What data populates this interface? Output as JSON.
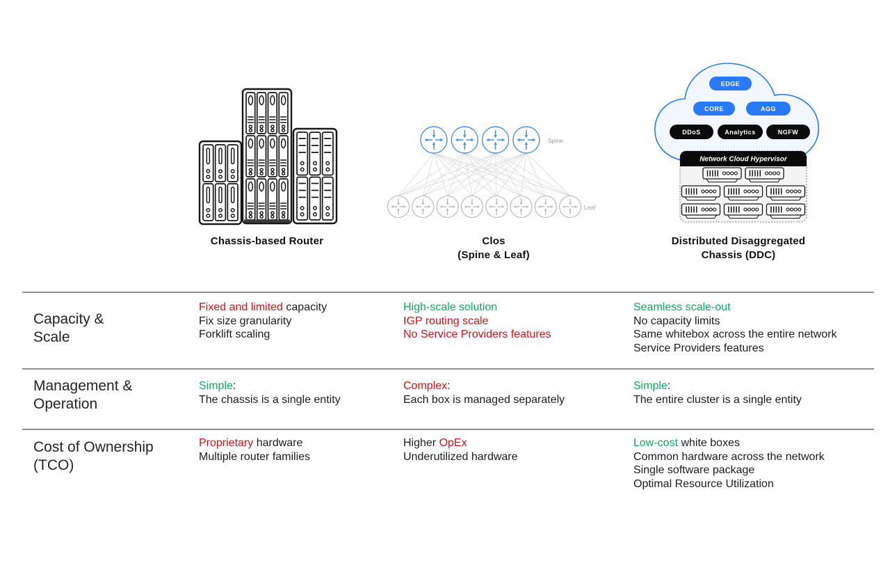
{
  "colors": {
    "red": "#d01217",
    "green": "#0fa958",
    "blue": "#2979ff",
    "spine_blue": "#4a90e2",
    "leaf_gray": "#b5b5b5",
    "mesh_gray": "#d6d6d6",
    "line": "#8e8e8e",
    "text": "#1c1c1c"
  },
  "figures": {
    "chassis": {
      "caption": "Chassis-based Router"
    },
    "clos": {
      "caption_line1": "Clos",
      "caption_line2": "(Spine & Leaf)",
      "spine_label": "Spine",
      "leaf_label": "Leaf",
      "spine_count": 4,
      "leaf_count": 8
    },
    "ddc": {
      "caption_line1": "Distributed Disaggregated",
      "caption_line2": "Chassis (DDC)",
      "pills_blue": [
        "EDGE",
        "CORE",
        "AGG"
      ],
      "pills_black": [
        "DDoS",
        "Analytics",
        "NGFW"
      ],
      "hypervisor_label": "Network Cloud Hypervisor",
      "server_rows": [
        2,
        3,
        3
      ]
    }
  },
  "table": {
    "rows": [
      {
        "label": [
          "Capacity &",
          "Scale"
        ],
        "cells": [
          [
            [
              {
                "t": "Fixed and limited",
                "c": "red"
              },
              {
                "t": " capacity"
              }
            ],
            [
              {
                "t": "Fix size granularity"
              }
            ],
            [
              {
                "t": "Forklift scaling"
              }
            ]
          ],
          [
            [
              {
                "t": "High-scale solution",
                "c": "green"
              }
            ],
            [
              {
                "t": "IGP routing scale",
                "c": "red"
              }
            ],
            [
              {
                "t": "No Service Providers features",
                "c": "red"
              }
            ]
          ],
          [
            [
              {
                "t": "Seamless scale-out",
                "c": "green"
              }
            ],
            [
              {
                "t": "No capacity limits"
              }
            ],
            [
              {
                "t": "Same whitebox across the entire network"
              }
            ],
            [
              {
                "t": "Service Providers features"
              }
            ]
          ]
        ]
      },
      {
        "label": [
          "Management &",
          "Operation"
        ],
        "cells": [
          [
            [
              {
                "t": "Simple",
                "c": "green"
              },
              {
                "t": ":"
              }
            ],
            [
              {
                "t": "The chassis is a single entity"
              }
            ]
          ],
          [
            [
              {
                "t": "Complex",
                "c": "red"
              },
              {
                "t": ":"
              }
            ],
            [
              {
                "t": "Each box is managed separately"
              }
            ]
          ],
          [
            [
              {
                "t": "Simple",
                "c": "green"
              },
              {
                "t": ":"
              }
            ],
            [
              {
                "t": "The entire cluster is a single entity"
              }
            ]
          ]
        ]
      },
      {
        "label": [
          "Cost of Ownership",
          "(TCO)"
        ],
        "cells": [
          [
            [
              {
                "t": "Proprietary",
                "c": "red"
              },
              {
                "t": " hardware"
              }
            ],
            [
              {
                "t": "Multiple router families"
              }
            ]
          ],
          [
            [
              {
                "t": "Higher "
              },
              {
                "t": "OpEx",
                "c": "red"
              }
            ],
            [
              {
                "t": "Underutilized hardware"
              }
            ]
          ],
          [
            [
              {
                "t": "Low-cost",
                "c": "green"
              },
              {
                "t": " white boxes"
              }
            ],
            [
              {
                "t": "Common hardware across the network"
              }
            ],
            [
              {
                "t": "Single software package"
              }
            ],
            [
              {
                "t": "Optimal Resource Utilization"
              }
            ]
          ]
        ]
      }
    ]
  }
}
